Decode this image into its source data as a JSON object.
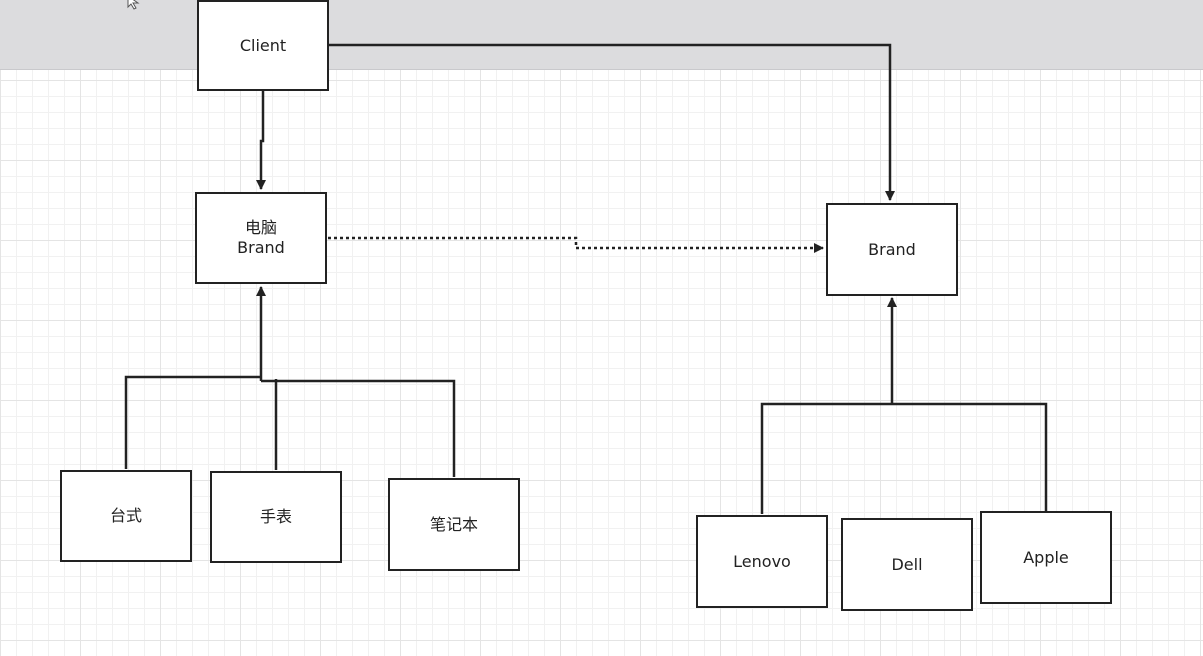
{
  "diagram": {
    "nodes": {
      "client": "Client",
      "computer_brand": [
        "电脑",
        "Brand"
      ],
      "brand": "Brand",
      "desktop": "台式",
      "watch": "手表",
      "laptop": "笔记本",
      "lenovo": "Lenovo",
      "dell": "Dell",
      "apple": "Apple"
    },
    "edges": [
      {
        "from": "client",
        "to": "computer_brand",
        "style": "solid-arrow"
      },
      {
        "from": "client",
        "to": "brand",
        "style": "solid-arrow"
      },
      {
        "from": "computer_brand",
        "to": "brand",
        "style": "dotted-arrow"
      },
      {
        "from": "desktop",
        "to": "computer_brand",
        "style": "solid-arrow"
      },
      {
        "from": "watch",
        "to": "computer_brand",
        "style": "solid-arrow"
      },
      {
        "from": "laptop",
        "to": "computer_brand",
        "style": "solid-arrow"
      },
      {
        "from": "lenovo",
        "to": "brand",
        "style": "solid-arrow"
      },
      {
        "from": "apple",
        "to": "brand",
        "style": "solid-arrow"
      }
    ],
    "colors": {
      "stroke": "#222222",
      "grid": "#e4e4e4",
      "toolbar": "#dcdcde"
    }
  }
}
